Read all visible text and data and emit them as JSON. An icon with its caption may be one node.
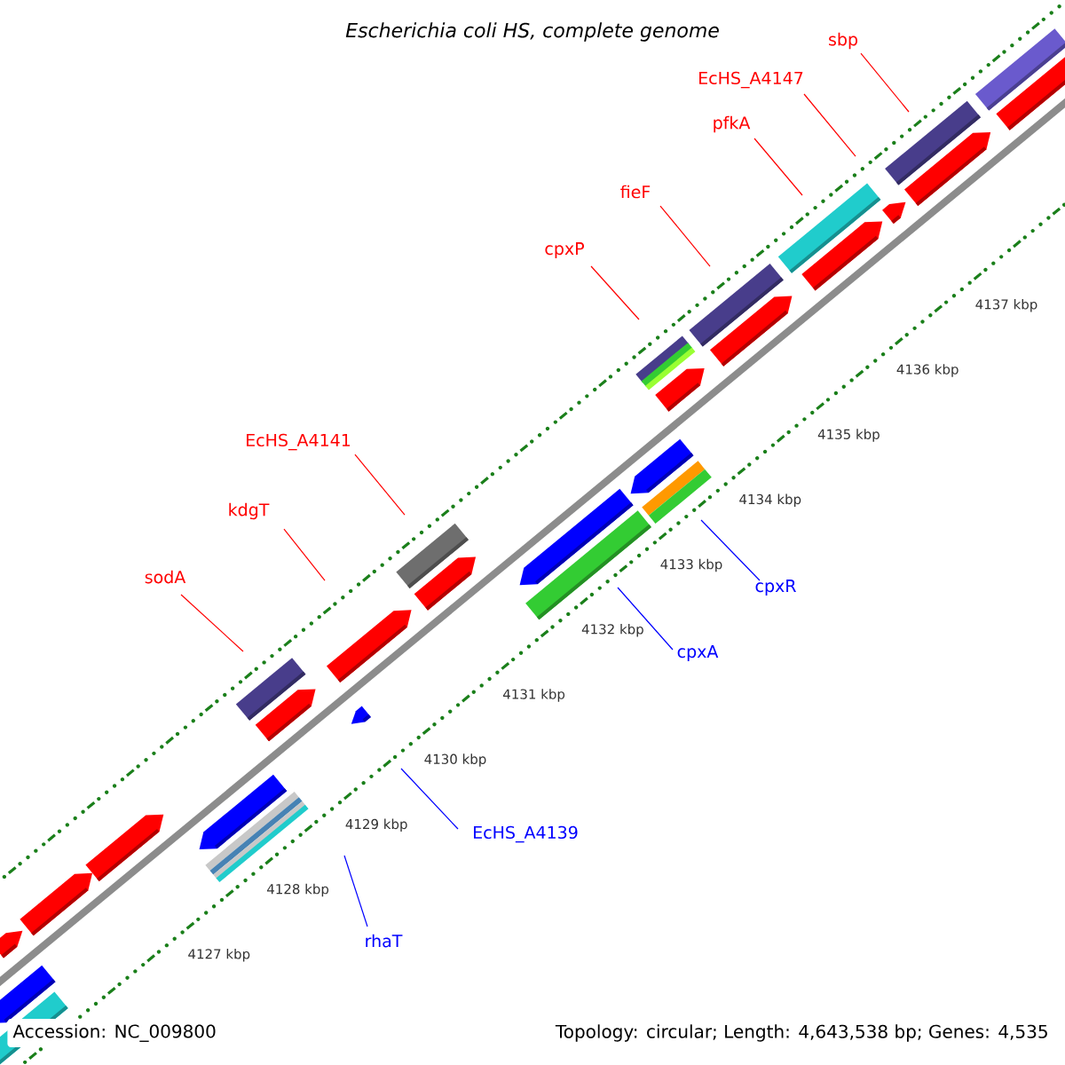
{
  "diagram": {
    "title": "Escherichia coli HS, complete genome",
    "nodes": [
      {
        "text": [
          "sodA"
        ]
      },
      {
        "text": [
          "kdgT"
        ]
      },
      {
        "text": [
          "EcHS_A4141"
        ]
      },
      {
        "text": [
          "cpxP"
        ]
      },
      {
        "text": [
          "fieF"
        ]
      },
      {
        "text": [
          "pfkA"
        ]
      },
      {
        "text": [
          "EcHS_A4147"
        ]
      },
      {
        "text": [
          "sbp"
        ]
      },
      {
        "text": [
          "cpxR"
        ]
      },
      {
        "text": [
          "cpxA"
        ]
      },
      {
        "text": [
          "EcHS_A4139"
        ]
      },
      {
        "text": [
          "rhaT"
        ]
      }
    ],
    "edges": [
      {
        "from": 0,
        "to": null,
        "arrow": "none"
      },
      {
        "from": 1,
        "to": null,
        "arrow": "none"
      },
      {
        "from": 2,
        "to": null,
        "arrow": "none"
      },
      {
        "from": 3,
        "to": null,
        "arrow": "none"
      },
      {
        "from": 4,
        "to": null,
        "arrow": "none"
      },
      {
        "from": 5,
        "to": null,
        "arrow": "none"
      },
      {
        "from": 6,
        "to": null,
        "arrow": "none"
      },
      {
        "from": 7,
        "to": null,
        "arrow": "none"
      },
      {
        "from": 8,
        "to": null,
        "arrow": "none",
        "color": "#0000ff"
      },
      {
        "from": 9,
        "to": null,
        "arrow": "none",
        "color": "#0000ff"
      },
      {
        "from": 10,
        "to": null,
        "arrow": "none",
        "color": "#0000ff"
      },
      {
        "from": 11,
        "to": null,
        "arrow": "none",
        "color": "#0000ff"
      }
    ],
    "labels": [
      "4137 kbp",
      "4136 kbp",
      "4135 kbp",
      "4134 kbp",
      "4133 kbp",
      "4132 kbp",
      "4131 kbp",
      "4130 kbp",
      "4129 kbp",
      "4128 kbp",
      "4127 kbp",
      "Accession: NC_009800",
      "Topology: circular; Length: 4,643,538 bp; Genes: 4,535"
    ]
  }
}
